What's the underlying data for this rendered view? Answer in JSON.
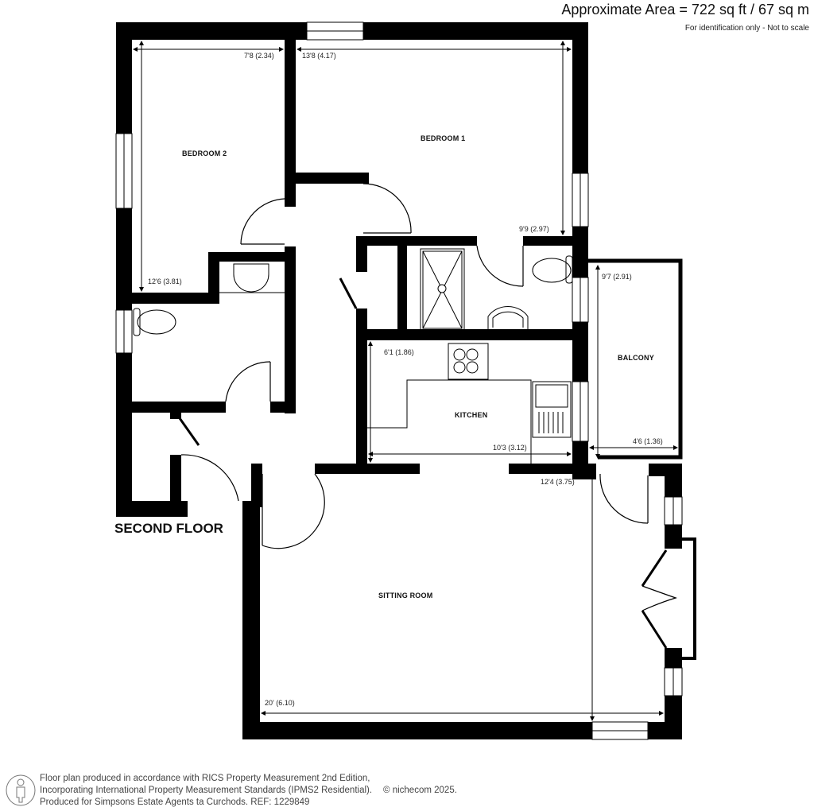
{
  "header": {
    "area": "Approximate Area = 722 sq ft / 67 sq m",
    "disclaimer": "For identification only - Not to scale"
  },
  "floor": {
    "label": "SECOND FLOOR"
  },
  "rooms": {
    "bedroom2": {
      "name": "BEDROOM 2",
      "width": "7'8 (2.34)",
      "length": "12'6 (3.81)"
    },
    "bedroom1": {
      "name": "BEDROOM 1",
      "width": "13'8 (4.17)",
      "length": "9'9 (2.97)"
    },
    "kitchen": {
      "name": "KITCHEN",
      "width": "10'3 (3.12)",
      "length": "6'1 (1.86)"
    },
    "balcony": {
      "name": "BALCONY",
      "width": "4'6 (1.36)",
      "length": "9'7 (2.91)"
    },
    "sitting_room": {
      "name": "SITTING ROOM",
      "width": "20' (6.10)",
      "length": "12'4 (3.75)"
    }
  },
  "footer": {
    "line1": "Floor plan produced in accordance with RICS Property Measurement 2nd Edition,",
    "line2": "Incorporating International Property Measurement Standards (IPMS2 Residential).",
    "copyright": "© nichecom 2025.",
    "line3": "Produced for Simpsons Estate Agents ta Curchods.   REF: 1229849"
  },
  "colors": {
    "wall": "#000000",
    "background": "#ffffff",
    "text": "#111111",
    "footer_text": "#444444"
  }
}
